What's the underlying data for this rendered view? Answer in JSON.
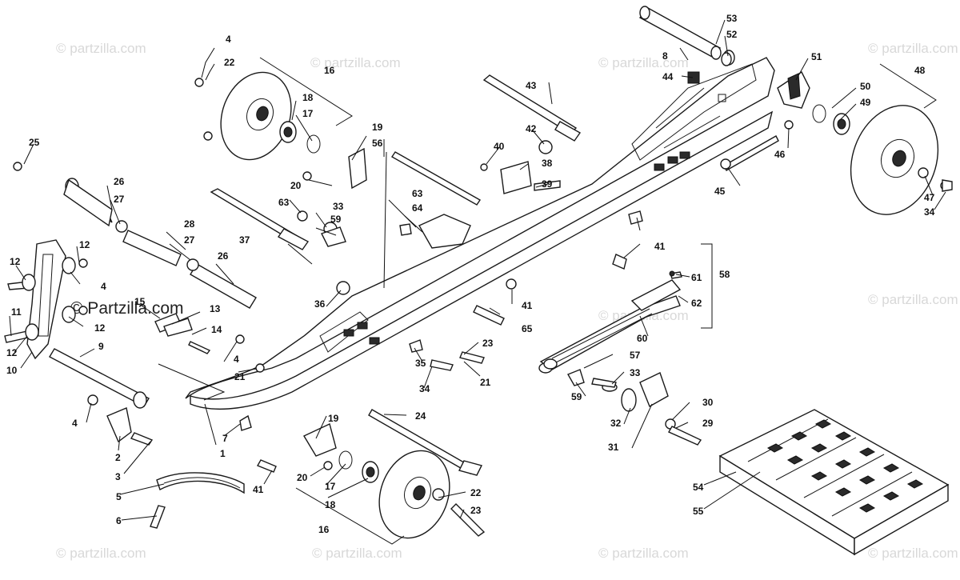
{
  "watermark": {
    "text": "© Partzilla.com",
    "text_alt": "© partzilla.com"
  },
  "part_numbers": [
    "1",
    "2",
    "3",
    "4",
    "5",
    "6",
    "7",
    "8",
    "9",
    "10",
    "11",
    "12",
    "13",
    "14",
    "15",
    "16",
    "17",
    "18",
    "19",
    "20",
    "21",
    "22",
    "23",
    "24",
    "25",
    "26",
    "27",
    "28",
    "29",
    "30",
    "31",
    "32",
    "33",
    "34",
    "35",
    "36",
    "37",
    "38",
    "39",
    "40",
    "41",
    "42",
    "43",
    "44",
    "45",
    "46",
    "47",
    "48",
    "49",
    "50",
    "51",
    "52",
    "53",
    "54",
    "55",
    "56",
    "57",
    "58",
    "59",
    "60",
    "61",
    "62",
    "63",
    "64",
    "65"
  ]
}
